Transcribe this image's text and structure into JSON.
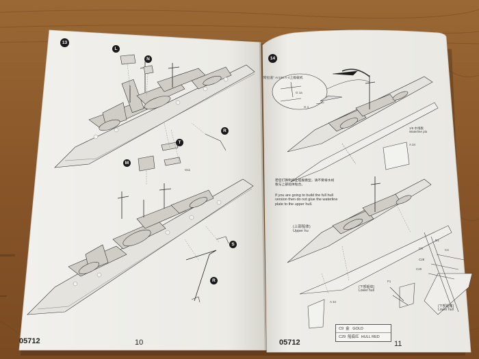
{
  "left_page": {
    "step": "13",
    "code": "05712",
    "page_number": "10",
    "callouts": {
      "L": "L",
      "N": "N",
      "R1": "R",
      "T": "T",
      "M": "M",
      "S": "S",
      "R2": "R"
    },
    "part_tags": {
      "g1": "G11"
    }
  },
  "right_page": {
    "step": "14",
    "code": "05712",
    "page_number": "11",
    "inset_title": "\"阿拉道\" Ar196 A-4上舰载机",
    "inset_parts": {
      "a": "G 1a",
      "b": "G 1"
    },
    "waterline_label": "1/8 水线板\nWaterline pla",
    "note_cn": "若您打算制作全船舰模型，请不要将水线板与上部船体粘合。",
    "note_en": "If you are going to build the full hull version then do not glue the waterline plate to the upper hull.",
    "upper_hull": "(上部船体)\nUpper hu",
    "lower_hull_a": "(下部船体)\nLower hull",
    "lower_hull_b": "(下部船体)\nLower hull",
    "part_tags": {
      "a34": "A 34",
      "c9": "C9",
      "c28": "C28",
      "f1": "F1",
      "c20": "C20",
      "c4": "C4",
      "d1": "D1"
    },
    "paint_key": [
      {
        "code": "C9",
        "cn": "金",
        "name": "GOLD"
      },
      {
        "code": "C29",
        "cn": "船底红",
        "name": "HULL RED"
      }
    ]
  }
}
